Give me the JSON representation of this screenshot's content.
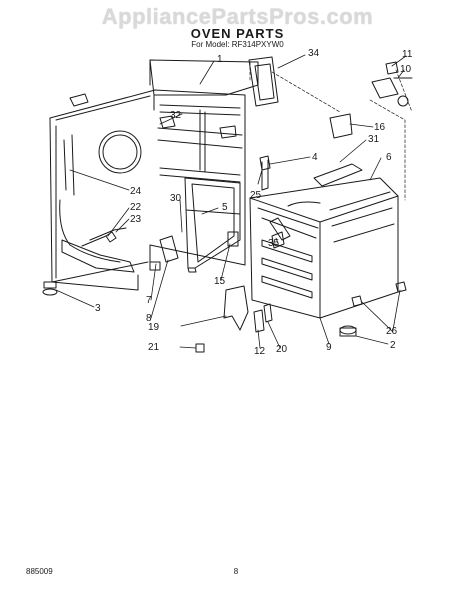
{
  "watermark": "AppliancePartsPros.com",
  "title": "OVEN PARTS",
  "model_line": "For Model: RF314PXYW0",
  "footer": {
    "left_code": "885009",
    "page_number": "8"
  },
  "callouts": [
    "1",
    "2",
    "3",
    "4",
    "5",
    "6",
    "7",
    "8",
    "9",
    "10",
    "11",
    "12",
    "15",
    "16",
    "19",
    "20",
    "21",
    "22",
    "23",
    "24",
    "25",
    "26",
    "30",
    "31",
    "32",
    "34",
    "35"
  ],
  "colors": {
    "ink": "#1a1a1a",
    "watermark": "#d9d9d9",
    "background": "#ffffff"
  }
}
